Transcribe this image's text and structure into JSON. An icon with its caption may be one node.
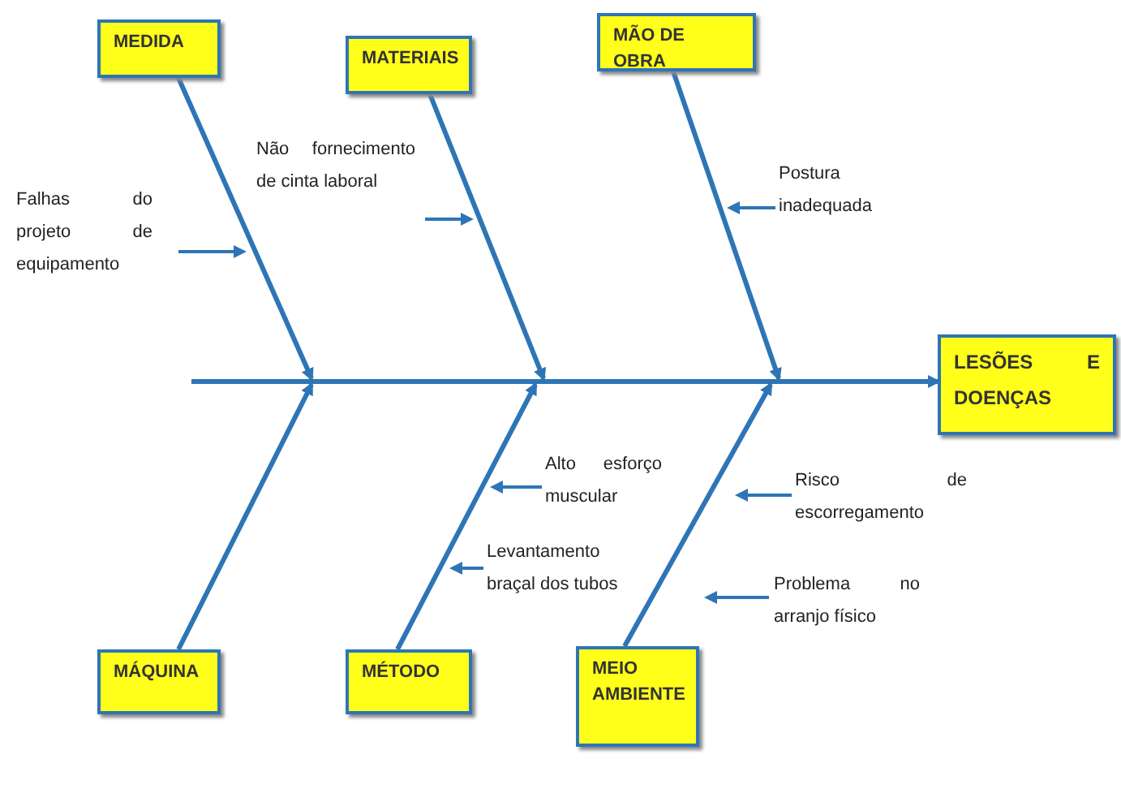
{
  "diagram": {
    "nodes": [
      {
        "text": [
          "MEDIDA"
        ]
      },
      {
        "text": [
          "MATERIAIS"
        ]
      },
      {
        "text": [
          "MÃO DE OBRA"
        ]
      },
      {
        "text": [
          "Falhas do projeto de equipamento"
        ]
      },
      {
        "text": [
          "Não fornecimento de cinta laboral"
        ]
      },
      {
        "text": [
          "Postura inadequada"
        ]
      },
      {
        "text": [
          "LESÕES E DOENÇAS"
        ]
      },
      {
        "text": [
          "Alto esforço muscular"
        ]
      },
      {
        "text": [
          "Risco de escorregamento"
        ]
      },
      {
        "text": [
          "Levantamento braçal dos tubos"
        ]
      },
      {
        "text": [
          "Problema no arranjo físico"
        ]
      },
      {
        "text": [
          "MÁQUINA"
        ]
      },
      {
        "text": [
          "MÉTODO"
        ]
      },
      {
        "text": [
          "MEIO AMBIENTE"
        ]
      }
    ],
    "edges": [
      {
        "from": null,
        "to": 6,
        "arrow": "to"
      },
      {
        "from": 0,
        "to": null,
        "arrow": "to"
      },
      {
        "from": 1,
        "to": null,
        "arrow": "to"
      },
      {
        "from": 2,
        "to": null,
        "arrow": "to"
      },
      {
        "from": 11,
        "to": null,
        "arrow": "to"
      },
      {
        "from": 12,
        "to": null,
        "arrow": "to"
      },
      {
        "from": 13,
        "to": null,
        "arrow": "to"
      },
      {
        "from": 3,
        "to": null,
        "arrow": "to"
      },
      {
        "from": 4,
        "to": null,
        "arrow": "to"
      },
      {
        "from": 5,
        "to": null,
        "arrow": "to"
      },
      {
        "from": 7,
        "to": null,
        "arrow": "to"
      },
      {
        "from": 8,
        "to": null,
        "arrow": "to"
      },
      {
        "from": 9,
        "to": null,
        "arrow": "to"
      },
      {
        "from": 10,
        "to": null,
        "arrow": "to"
      }
    ]
  }
}
